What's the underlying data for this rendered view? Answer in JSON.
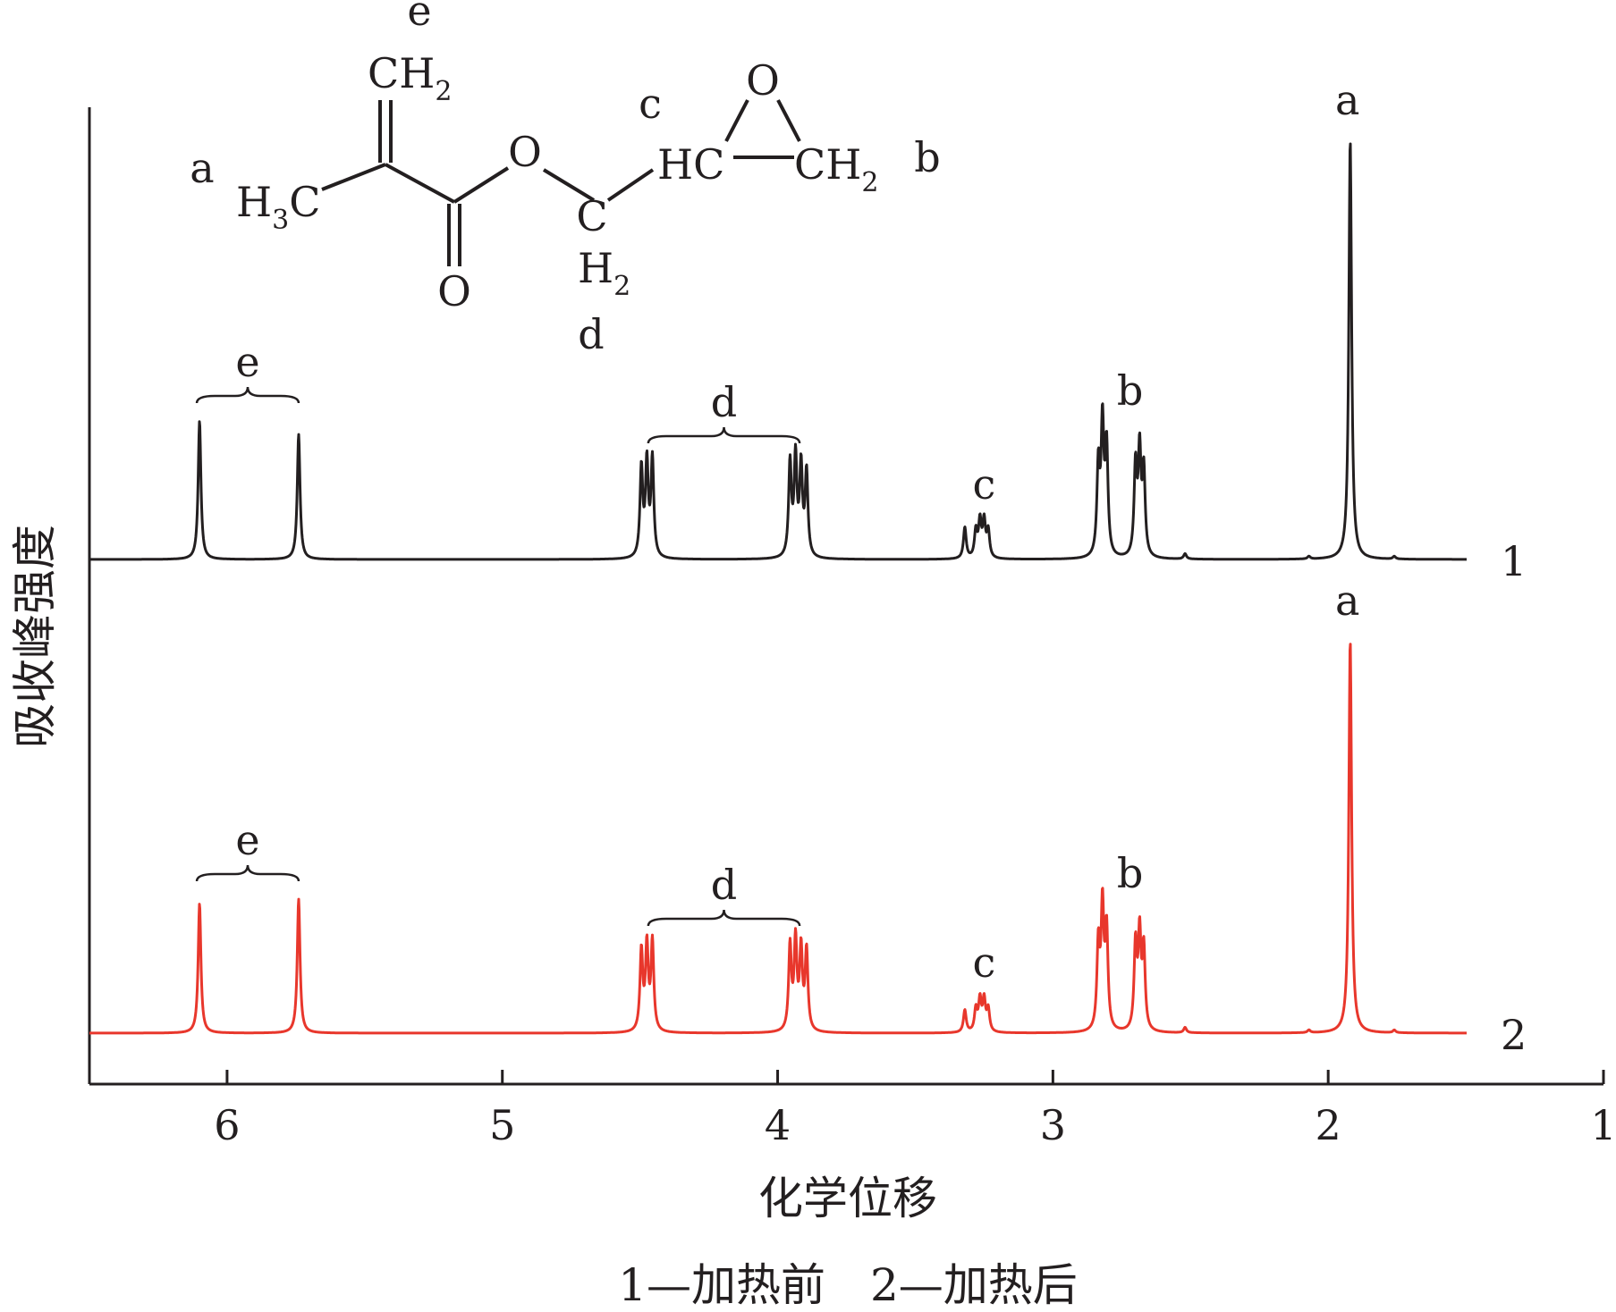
{
  "colors": {
    "axis": "#231f20",
    "spectrum_1": "#231f20",
    "spectrum_2": "#e8372c"
  },
  "chart_data": {
    "type": "line",
    "xlabel": "化学位移",
    "ylabel": "吸收峰强度",
    "xlim": [
      6.5,
      1
    ],
    "x_reversed": true,
    "xticks": [
      6,
      5,
      4,
      3,
      2,
      1
    ],
    "caption": "1—加热前　2—加热后",
    "series": [
      {
        "name": "1",
        "label": "1",
        "color": "#231f20",
        "peak_labels": [
          {
            "text": "e",
            "x": 5.88,
            "bracket": [
              6.11,
              5.74
            ]
          },
          {
            "text": "d",
            "x": 4.19,
            "bracket": [
              4.47,
              3.92
            ]
          },
          {
            "text": "c",
            "x": 3.25
          },
          {
            "text": "b",
            "x": 2.72
          },
          {
            "text": "a",
            "x": 1.93
          }
        ],
        "peaks": [
          {
            "x": 6.1,
            "h": 0.31
          },
          {
            "x": 5.74,
            "h": 0.28
          },
          {
            "x": 4.495,
            "h": 0.2
          },
          {
            "x": 4.475,
            "h": 0.21
          },
          {
            "x": 4.455,
            "h": 0.22
          },
          {
            "x": 3.955,
            "h": 0.21
          },
          {
            "x": 3.935,
            "h": 0.22
          },
          {
            "x": 3.915,
            "h": 0.2
          },
          {
            "x": 3.895,
            "h": 0.19
          },
          {
            "x": 3.32,
            "h": 0.07
          },
          {
            "x": 3.28,
            "h": 0.06
          },
          {
            "x": 3.265,
            "h": 0.08
          },
          {
            "x": 3.25,
            "h": 0.08
          },
          {
            "x": 3.235,
            "h": 0.06
          },
          {
            "x": 2.835,
            "h": 0.2
          },
          {
            "x": 2.82,
            "h": 0.29
          },
          {
            "x": 2.805,
            "h": 0.24
          },
          {
            "x": 2.7,
            "h": 0.2
          },
          {
            "x": 2.685,
            "h": 0.23
          },
          {
            "x": 2.67,
            "h": 0.19
          },
          {
            "x": 2.52,
            "h": 0.012
          },
          {
            "x": 2.07,
            "h": 0.006
          },
          {
            "x": 1.92,
            "h": 0.94
          },
          {
            "x": 1.76,
            "h": 0.006
          }
        ]
      },
      {
        "name": "2",
        "label": "2",
        "color": "#e8372c",
        "peak_labels": [
          {
            "text": "e",
            "x": 5.88,
            "bracket": [
              6.11,
              5.74
            ]
          },
          {
            "text": "d",
            "x": 4.19,
            "bracket": [
              4.47,
              3.92
            ]
          },
          {
            "text": "c",
            "x": 3.25
          },
          {
            "text": "b",
            "x": 2.72
          },
          {
            "text": "a",
            "x": 1.93
          }
        ],
        "peaks": [
          {
            "x": 6.1,
            "h": 0.29
          },
          {
            "x": 5.74,
            "h": 0.3
          },
          {
            "x": 4.495,
            "h": 0.18
          },
          {
            "x": 4.475,
            "h": 0.19
          },
          {
            "x": 4.455,
            "h": 0.2
          },
          {
            "x": 3.955,
            "h": 0.19
          },
          {
            "x": 3.935,
            "h": 0.2
          },
          {
            "x": 3.915,
            "h": 0.18
          },
          {
            "x": 3.895,
            "h": 0.18
          },
          {
            "x": 3.32,
            "h": 0.05
          },
          {
            "x": 3.28,
            "h": 0.05
          },
          {
            "x": 3.265,
            "h": 0.07
          },
          {
            "x": 3.25,
            "h": 0.07
          },
          {
            "x": 3.235,
            "h": 0.05
          },
          {
            "x": 2.835,
            "h": 0.19
          },
          {
            "x": 2.82,
            "h": 0.27
          },
          {
            "x": 2.805,
            "h": 0.22
          },
          {
            "x": 2.7,
            "h": 0.19
          },
          {
            "x": 2.685,
            "h": 0.21
          },
          {
            "x": 2.67,
            "h": 0.18
          },
          {
            "x": 2.52,
            "h": 0.012
          },
          {
            "x": 2.07,
            "h": 0.006
          },
          {
            "x": 1.92,
            "h": 0.88
          },
          {
            "x": 1.76,
            "h": 0.006
          }
        ]
      }
    ]
  },
  "structure": {
    "labels": {
      "a": "a",
      "b": "b",
      "c": "c",
      "d": "d",
      "e": "e"
    },
    "groups": {
      "methylene": "CH",
      "methylene_sub": "2",
      "methyl": "H",
      "methyl_sub": "3",
      "methyl_c": "C",
      "carbonyl_o": "O",
      "ester_o": "O",
      "ch2_c": "C",
      "ch2_h": "H",
      "ch2_sub": "2",
      "hc": "HC",
      "epoxide_o": "O",
      "epoxide_ch2": "CH",
      "epoxide_ch2_sub": "2"
    }
  }
}
